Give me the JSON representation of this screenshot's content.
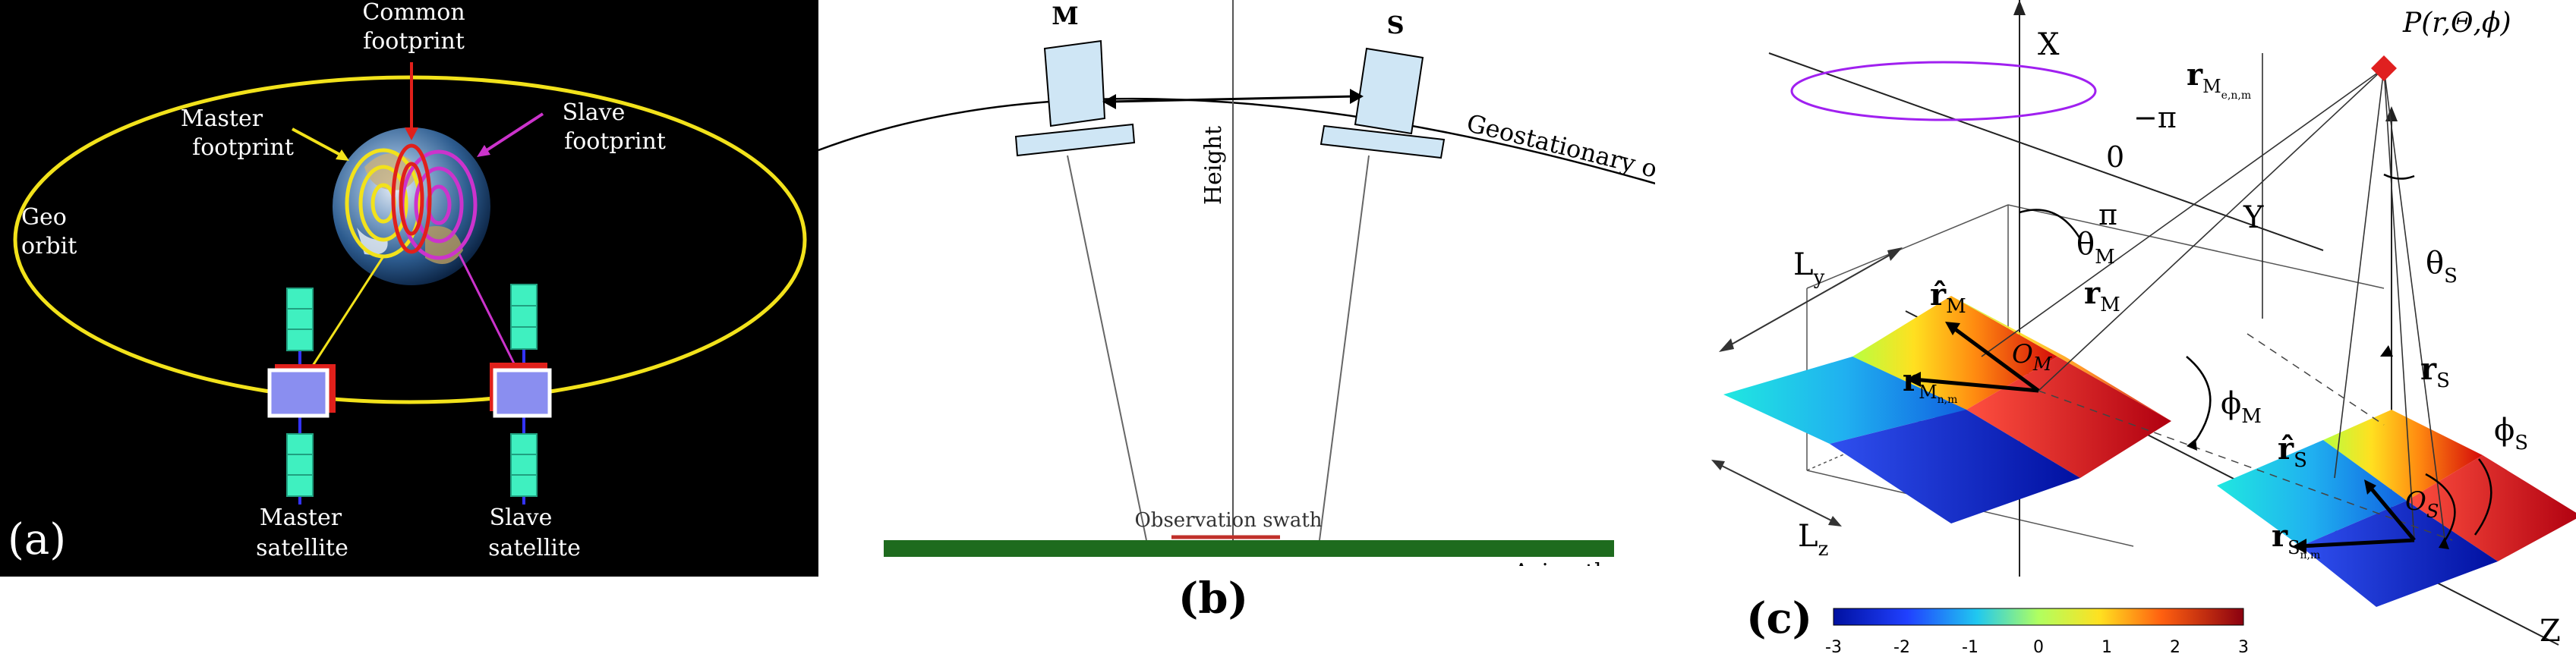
{
  "panel_a": {
    "letter": "(a)",
    "common_footprint_label": [
      "Common",
      "footprint"
    ],
    "master_footprint_label": [
      "Master",
      "footprint"
    ],
    "slave_footprint_label": [
      "Slave",
      "footprint"
    ],
    "geo_orbit_label": [
      "Geo",
      "orbit"
    ],
    "master_satellite_label": [
      "Master",
      "satellite"
    ],
    "slave_satellite_label": [
      "Slave",
      "satellite"
    ],
    "colors": {
      "background": "#000000",
      "orbit": "#f2e21b",
      "common": "#e0201b",
      "slave": "#cc33cc",
      "satellite_body": "#8a8ef0",
      "solar_panel": "#3ff0c0"
    }
  },
  "panel_b": {
    "letter": "(b)",
    "master_label": "M",
    "slave_label": "S",
    "height_label": "Height",
    "orbit_label": "Geostationary orbit",
    "swath_label": "Observation swath",
    "azimuth_label": "Azimuth",
    "colors": {
      "satellite": "#cfe6f5",
      "ground": "#1e6b1e",
      "swath": "#c0302a"
    }
  },
  "panel_c": {
    "letter": "(c)",
    "point_label": "P(r,Θ,ϕ)",
    "axis_x": "X",
    "axis_y": "Y",
    "axis_z": "Z",
    "minus_pi": "−π",
    "zero": "0",
    "pi": "π",
    "rm_label": "r",
    "rm_sub": "M",
    "rs_label": "r",
    "rs_sub": "S",
    "rmhat_label": "r̂",
    "rmhat_sub": "M",
    "rshat_label": "r̂",
    "rshat_sub": "S",
    "rmnm_label": "r",
    "rmnm_sub": "M",
    "rmnm_subsub": "n,m",
    "rsnm_label": "r",
    "rsnm_sub": "S",
    "rsnm_subsub": "n,m",
    "rmenm_label": "r",
    "rmenm_sub": "M",
    "rmenm_subsub": "e,n,m",
    "om_label": "O",
    "om_sub": "M",
    "os_label": "O",
    "os_sub": "S",
    "theta_m": "θ",
    "theta_m_sub": "M",
    "theta_s": "θ",
    "theta_s_sub": "S",
    "phi_m": "ϕ",
    "phi_m_sub": "M",
    "phi_s": "ϕ",
    "phi_s_sub": "S",
    "ly_label": "L",
    "ly_sub": "y",
    "lz_label": "L",
    "lz_sub": "z",
    "colorbar_ticks": [
      "-3",
      "-2",
      "-1",
      "0",
      "1",
      "2",
      "3"
    ],
    "colorbar_min": -3,
    "colorbar_max": 3,
    "colors": {
      "point": "#e02020",
      "arc": "#a020f0",
      "arrow_dark": "#6b0d0d"
    }
  }
}
